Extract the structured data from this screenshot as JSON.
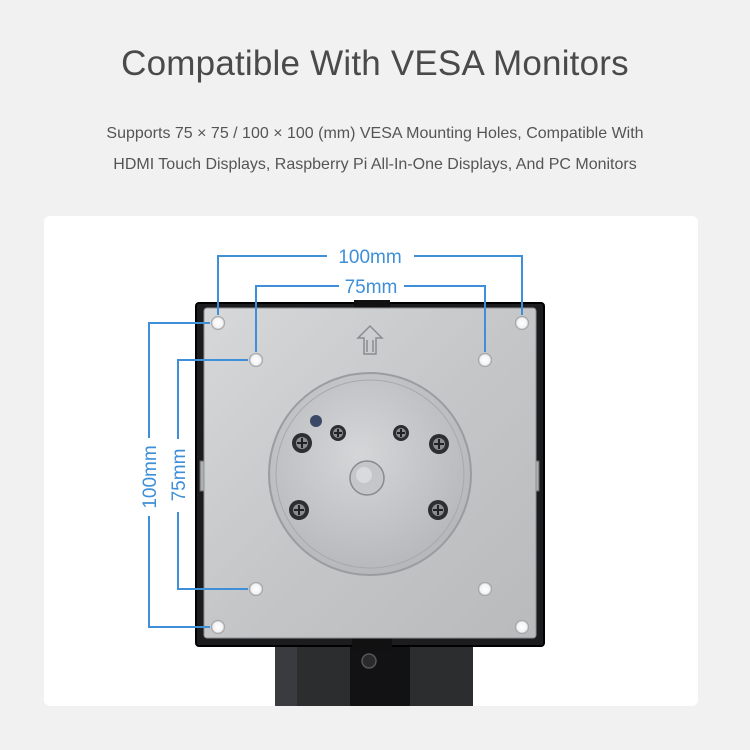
{
  "header": {
    "title": "Compatible With VESA Monitors",
    "subtitle_line1": "Supports 75 × 75 / 100 × 100 (mm) VESA Mounting Holes, Compatible With",
    "subtitle_line2": "HDMI Touch Displays, Raspberry Pi All-In-One Displays, And PC Monitors"
  },
  "diagram": {
    "label_100_horizontal": "100mm",
    "label_75_horizontal": "75mm",
    "label_100_vertical": "100mm",
    "label_75_vertical": "75mm",
    "dimension_color": "#3f8fd8",
    "plate_color": "#c9cbcd",
    "frame_color": "#1c1c1e"
  }
}
